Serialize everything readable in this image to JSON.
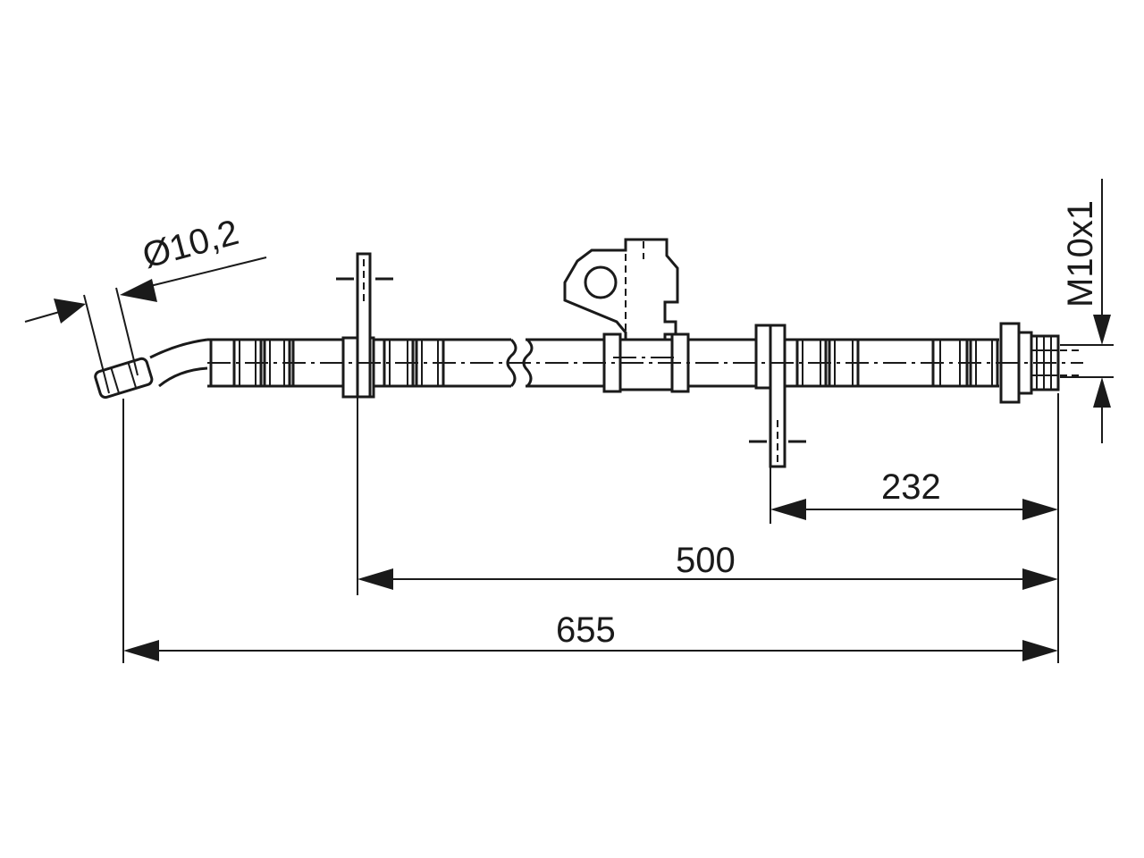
{
  "dimensions": {
    "overall": "655",
    "first_bracket_to_end": "500",
    "second_bracket_to_end": "232",
    "diameter": "Ø10,2",
    "thread": "M10x1"
  },
  "colors": {
    "line": "#1a1a1a",
    "background": "#ffffff"
  }
}
